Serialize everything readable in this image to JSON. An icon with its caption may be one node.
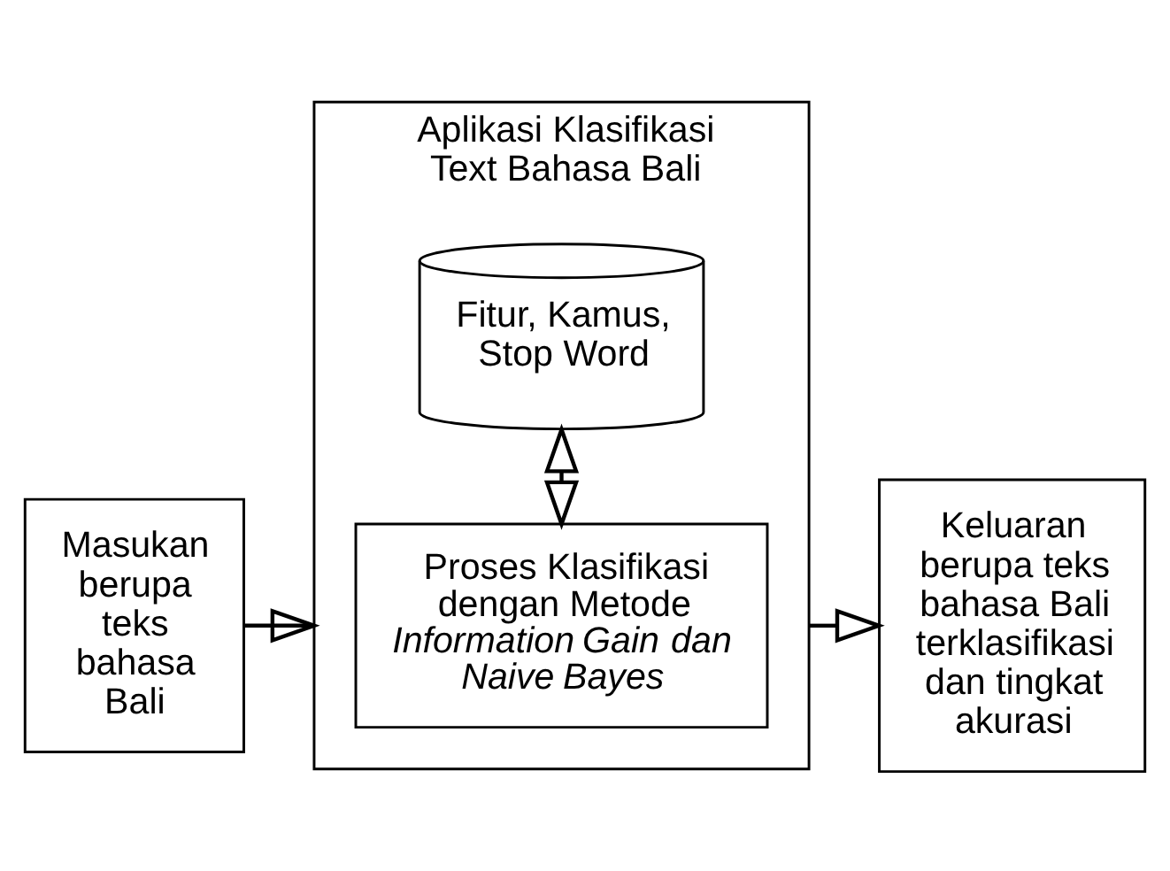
{
  "diagram": {
    "nodes": [
      {
        "text": [
          "Masukan berupa teks bahasa Bali"
        ]
      },
      {
        "text": [
          "Aplikasi Klasifikasi Text Bahasa Bali"
        ]
      },
      {
        "text": [
          "Proses Klasifikasi dengan Metode *Information Gain dan Naive Bayes*"
        ],
        "in": 1
      },
      {
        "text": [
          "Fitur, Kamus, Stop Word"
        ],
        "in": 1
      },
      {
        "text": [
          "Keluaran berupa teks bahasa Bali terklasifikasi dan tingkat akurasi"
        ]
      }
    ],
    "edges": [
      {
        "from": 0,
        "to": 1,
        "arrow": "to"
      },
      {
        "from": 2,
        "to": 3,
        "arrow": "both"
      },
      {
        "from": 1,
        "to": 4,
        "arrow": "to"
      }
    ]
  }
}
